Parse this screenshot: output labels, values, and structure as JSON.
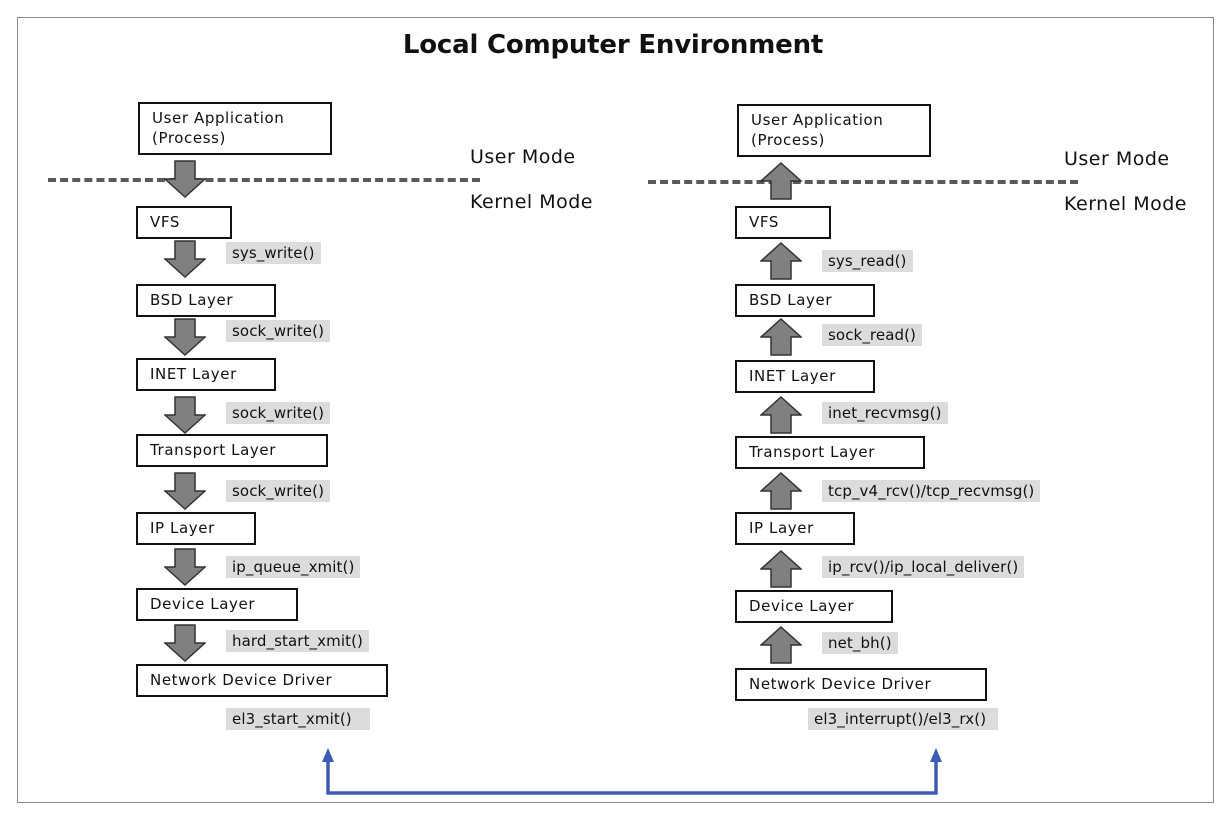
{
  "title": "Local Computer Environment",
  "modes": {
    "user": "User Mode",
    "kernel": "Kernel Mode"
  },
  "left": {
    "app": [
      "User Application",
      "(Process)"
    ],
    "layers": [
      "VFS",
      "BSD Layer",
      "INET Layer",
      "Transport Layer",
      "IP Layer",
      "Device Layer",
      "Network Device Driver"
    ],
    "functions": [
      "sys_write()",
      "sock_write()",
      "sock_write()",
      "sock_write()",
      "ip_queue_xmit()",
      "hard_start_xmit()",
      "el3_start_xmit()"
    ]
  },
  "right": {
    "app": [
      "User Application",
      "(Process)"
    ],
    "layers": [
      "VFS",
      "BSD Layer",
      "INET Layer",
      "Transport Layer",
      "IP Layer",
      "Device Layer",
      "Network Device Driver"
    ],
    "functions": [
      "sys_read()",
      "sock_read()",
      "inet_recvmsg()",
      "tcp_v4_rcv()/tcp_recvmsg()",
      "ip_rcv()/ip_local_deliver()",
      "net_bh()",
      "el3_interrupt()/el3_rx()"
    ]
  },
  "colors": {
    "connector": "#3d5bb5",
    "arrow_fill": "#808080",
    "function_bg": "#dcdcdc"
  }
}
